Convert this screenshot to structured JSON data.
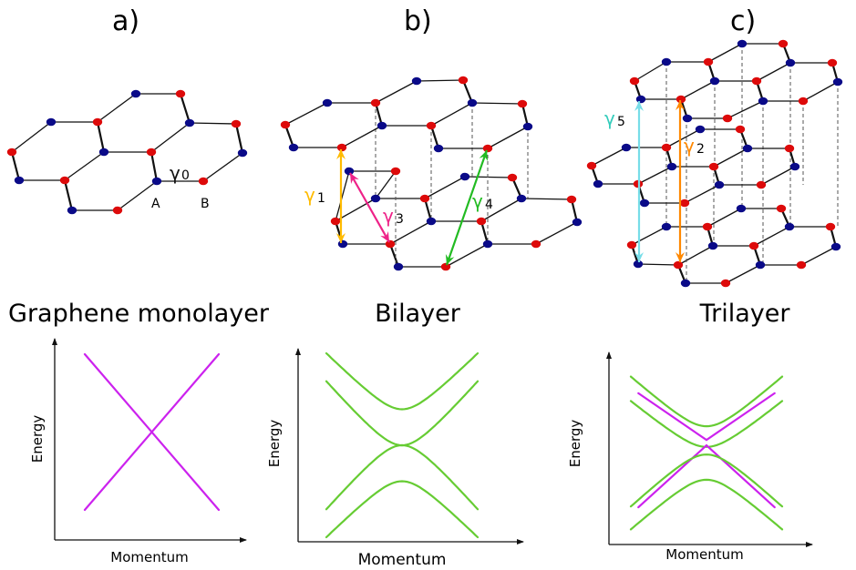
{
  "panels": [
    {
      "letter": "a)",
      "title": "Graphene monolayer",
      "sites": [
        "A",
        "B"
      ],
      "hopping": [
        {
          "name": "γ0",
          "symbol": "γ",
          "sub": "0",
          "color": "#111111"
        }
      ]
    },
    {
      "letter": "b)",
      "title": "Bilayer",
      "hopping": [
        {
          "name": "γ1",
          "symbol": "γ",
          "sub": "1",
          "color": "#ffbb00"
        },
        {
          "name": "γ3",
          "symbol": "γ",
          "sub": "3",
          "color": "#ee2288"
        },
        {
          "name": "γ4",
          "symbol": "γ",
          "sub": "4",
          "color": "#22bb22"
        }
      ]
    },
    {
      "letter": "c)",
      "title": "Trilayer",
      "hopping": [
        {
          "name": "γ5",
          "symbol": "γ",
          "sub": "5",
          "color": "#33ccbb"
        },
        {
          "name": "γ2",
          "symbol": "γ",
          "sub": "2",
          "color": "#ff8800"
        }
      ]
    }
  ],
  "colors": {
    "atom_A": "#0a0a88",
    "atom_B": "#dd0a0a",
    "dirac_band": "#cc22ee",
    "parabolic_band": "#66cc33",
    "arrow_gamma5": "#77dde8"
  },
  "chart_data": [
    {
      "type": "line",
      "title": "Graphene monolayer",
      "xlabel": "Momentum",
      "ylabel": "Energy",
      "xlim": [
        -1,
        1
      ],
      "ylim": [
        -1.2,
        1.2
      ],
      "grid": false,
      "series": [
        {
          "name": "conduction-dirac",
          "kind": "linear",
          "color": "#cc22ee",
          "x": [
            -1,
            0,
            1
          ],
          "y": [
            1,
            0,
            1
          ]
        },
        {
          "name": "valence-dirac",
          "kind": "linear",
          "color": "#cc22ee",
          "x": [
            -1,
            0,
            1
          ],
          "y": [
            -1,
            0,
            -1
          ]
        }
      ]
    },
    {
      "type": "line",
      "title": "Bilayer",
      "xlabel": "Momentum",
      "ylabel": "Energy",
      "xlim": [
        -1,
        1
      ],
      "ylim": [
        -1.3,
        1.3
      ],
      "grid": false,
      "series": [
        {
          "name": "upper-split-band",
          "kind": "hyperbolic",
          "color": "#66cc33",
          "min": 0.45,
          "edge": 1.15
        },
        {
          "name": "low-energy-conduction",
          "kind": "hyperbolic",
          "color": "#66cc33",
          "min": 0.0,
          "edge": 0.8
        },
        {
          "name": "low-energy-valence",
          "kind": "hyperbolic",
          "color": "#66cc33",
          "min": -0.0,
          "edge": -0.8
        },
        {
          "name": "lower-split-band",
          "kind": "hyperbolic",
          "color": "#66cc33",
          "min": -0.45,
          "edge": -1.15
        }
      ]
    },
    {
      "type": "line",
      "title": "Trilayer",
      "xlabel": "Momentum",
      "ylabel": "Energy",
      "xlim": [
        -1,
        1
      ],
      "ylim": [
        -1.3,
        1.3
      ],
      "grid": false,
      "series": [
        {
          "name": "upper-split-band",
          "kind": "hyperbolic",
          "color": "#66cc33",
          "min": 0.35,
          "edge": 1.0
        },
        {
          "name": "upper-dirac-cone",
          "kind": "linear",
          "color": "#cc22ee",
          "min": 0.17,
          "edge": 0.85
        },
        {
          "name": "low-energy-conduction",
          "kind": "hyperbolic",
          "color": "#66cc33",
          "min": 0.08,
          "edge": 0.68
        },
        {
          "name": "lower-dirac-cone",
          "kind": "linear",
          "color": "#cc22ee",
          "min": 0.1,
          "edge": -0.8
        },
        {
          "name": "low-energy-valence",
          "kind": "hyperbolic",
          "color": "#66cc33",
          "min": -0.02,
          "edge": -0.7
        },
        {
          "name": "lower-split-band",
          "kind": "hyperbolic",
          "color": "#66cc33",
          "min": -0.35,
          "edge": -1.0
        }
      ]
    }
  ]
}
